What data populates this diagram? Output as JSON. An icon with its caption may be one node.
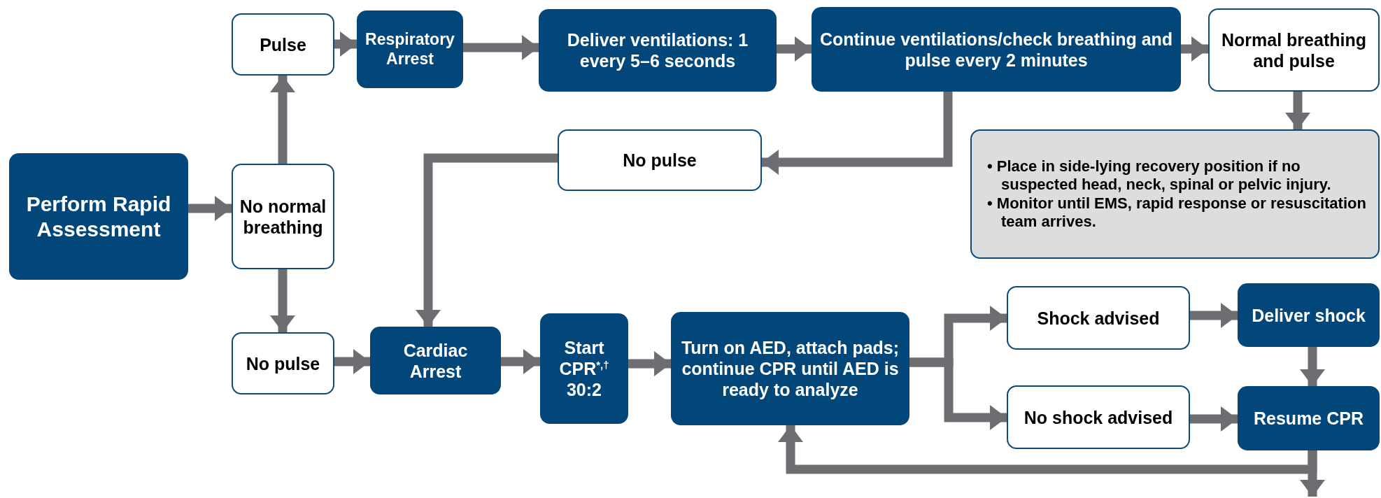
{
  "diagram": {
    "nodes": [
      {
        "text": [
          "Perform Rapid Assessment"
        ]
      },
      {
        "text": [
          "No normal breathing"
        ]
      },
      {
        "text": [
          "Pulse"
        ]
      },
      {
        "text": [
          "Respiratory Arrest"
        ]
      },
      {
        "text": [
          "Deliver ventilations: 1 every 5–6 seconds"
        ]
      },
      {
        "text": [
          "Continue ventilations/check breathing and pulse every 2 minutes"
        ]
      },
      {
        "text": [
          "Normal breathing and pulse"
        ]
      },
      {
        "text": [
          "• Place in side-lying recovery position if no suspected head, neck, spinal or pelvic injury.",
          "• Monitor until EMS, rapid response or resuscitation team arrives."
        ]
      },
      {
        "text": [
          "No pulse"
        ]
      },
      {
        "text": [
          "No pulse"
        ]
      },
      {
        "text": [
          "Cardiac Arrest"
        ]
      },
      {
        "text": [
          "Start CPR$^{*,†}$ 30:2"
        ]
      },
      {
        "text": [
          "Turn on AED, attach pads; continue CPR until AED is ready to analyze"
        ]
      },
      {
        "text": [
          "Shock advised"
        ]
      },
      {
        "text": [
          "No shock advised"
        ]
      },
      {
        "text": [
          "Deliver shock"
        ]
      },
      {
        "text": [
          "Resume CPR"
        ]
      }
    ],
    "edges": [
      {
        "from": 0,
        "to": 1,
        "arrow": "to"
      },
      {
        "from": 1,
        "to": 2,
        "arrow": "to"
      },
      {
        "from": 1,
        "to": 9,
        "arrow": "to"
      },
      {
        "from": 2,
        "to": 3,
        "arrow": "to"
      },
      {
        "from": 3,
        "to": 4,
        "arrow": "to"
      },
      {
        "from": 4,
        "to": 5,
        "arrow": "to"
      },
      {
        "from": 5,
        "to": 6,
        "arrow": "to"
      },
      {
        "from": 6,
        "to": 7,
        "arrow": "to"
      },
      {
        "from": 5,
        "to": 8,
        "arrow": "to"
      },
      {
        "from": 8,
        "to": 10,
        "arrow": "to"
      },
      {
        "from": 9,
        "to": 10,
        "arrow": "to"
      },
      {
        "from": 10,
        "to": 11,
        "arrow": "to"
      },
      {
        "from": 11,
        "to": 12,
        "arrow": "to"
      },
      {
        "from": 12,
        "to": 13,
        "arrow": "to"
      },
      {
        "from": 12,
        "to": 14,
        "arrow": "to"
      },
      {
        "from": 13,
        "to": 15,
        "arrow": "to"
      },
      {
        "from": 14,
        "to": 16,
        "arrow": "to"
      },
      {
        "from": 15,
        "to": 16,
        "arrow": "to"
      },
      {
        "from": 16,
        "to": 12,
        "arrow": "to"
      },
      {
        "from": 16,
        "to": null,
        "arrow": "to"
      }
    ]
  }
}
